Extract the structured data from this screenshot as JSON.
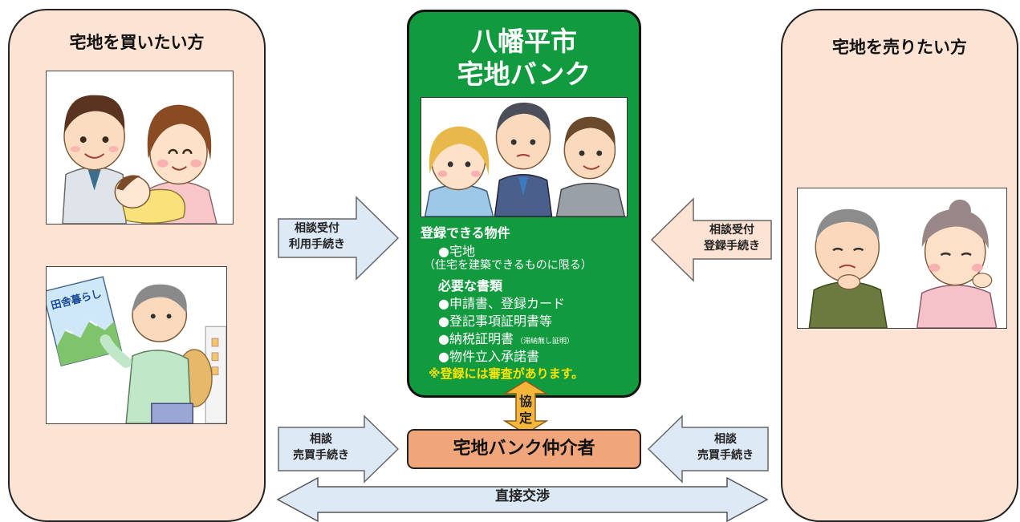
{
  "left_panel": {
    "title": "宅地を買いたい方"
  },
  "right_panel": {
    "title": "宅地を売りたい方"
  },
  "bank": {
    "title_line1": "八幡平市",
    "title_line2": "宅地バンク",
    "properties_heading": "登録できる物件",
    "property_item": "●宅地",
    "property_note": "（住宅を建築できるものに限る）",
    "documents_heading": "必要な書類",
    "documents": [
      "●申請書、登録カード",
      "●登記事項証明書等"
    ],
    "tax_cert": "●納税証明書",
    "tax_cert_note": "（滞納無し証明）",
    "entry_consent": "●物件立入承諾書",
    "review_note": "※登録には審査があります。"
  },
  "arrows": {
    "buyer_to_bank": {
      "line1": "相談受付",
      "line2": "利用手続き"
    },
    "seller_to_bank": {
      "line1": "相談受付",
      "line2": "登録手続き"
    },
    "buyer_to_broker": {
      "line1": "相談",
      "line2": "売買手続き"
    },
    "seller_to_broker": {
      "line1": "相談",
      "line2": "売買手続き"
    },
    "direct": {
      "label": "直接交渉"
    }
  },
  "agreement": {
    "char1": "協",
    "char2": "定"
  },
  "broker": {
    "label": "宅地バンク仲介者"
  },
  "illustrations": {
    "country_life_sign": "田舎暮らし"
  },
  "colors": {
    "panel": "#fde3d4",
    "bank": "#129a3f",
    "broker": "#f0a57a",
    "review_note": "#ffe400",
    "arrow": "#dde9f5",
    "agreement_arrow": "#f6b63a"
  }
}
